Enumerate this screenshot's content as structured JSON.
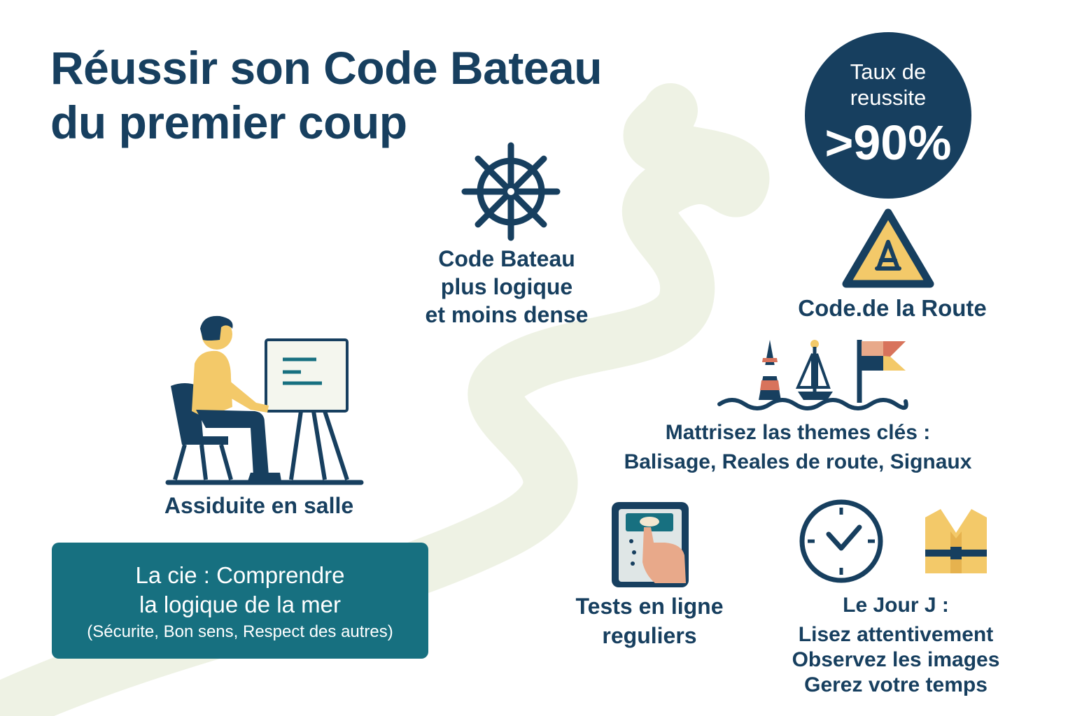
{
  "title": {
    "line1": "Réussir son Code Bateau",
    "line2": "du premier coup"
  },
  "success_badge": {
    "label_line1": "Taux de",
    "label_line2": "reussite",
    "value": ">90%"
  },
  "code_bateau": {
    "line1": "Code Bateau",
    "line2": "plus logique",
    "line3": "et moins dense"
  },
  "code_route": {
    "label": "Code.de la Route"
  },
  "themes": {
    "line1": "Mattrisez las themes clés :",
    "line2": "Balisage, Reales de route, Signaux"
  },
  "assiduite": {
    "label": "Assiduite en salle"
  },
  "key_box": {
    "line1": "La cie : Comprendre",
    "line2": "la logique de la mer",
    "line3": "(Sécurite, Bon sens, Respect des autres)"
  },
  "tests": {
    "line1": "Tests en ligne",
    "line2": "reguliers"
  },
  "jour_j": {
    "line1": "Le Jour J :",
    "line2": "Lisez attentivement",
    "line3": "Observez les images",
    "line4": "Gerez votre temps"
  },
  "colors": {
    "navy": "#173f5f",
    "teal": "#177080",
    "path": "#eef2e4",
    "yellow": "#f3c969",
    "coral": "#d8735c"
  },
  "icons": [
    "ships-wheel-icon",
    "warning-sign-icon",
    "buoy-icon",
    "sailboat-icon",
    "flag-icon",
    "waves-icon",
    "person-at-desk-icon",
    "tablet-touch-icon",
    "clock-icon",
    "life-vest-icon"
  ]
}
